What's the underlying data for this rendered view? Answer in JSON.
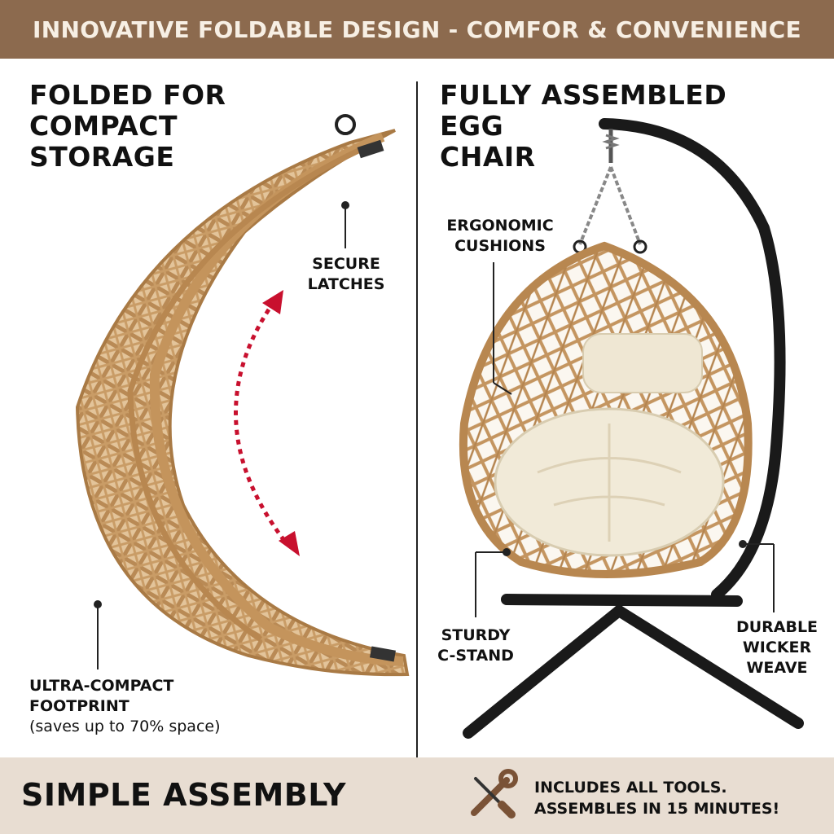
{
  "banner": {
    "text": "INNOVATIVE FOLDABLE DESIGN - COMFOR & CONVENIENCE"
  },
  "left_panel": {
    "heading": [
      "FOLDED FOR",
      "COMPACT",
      "STORAGE"
    ],
    "callout_latches": [
      "SECURE",
      "LATCHES"
    ],
    "callout_footprint": [
      "ULTRA-COMPACT",
      "FOOTPRINT"
    ],
    "footprint_note": "(saves up to 70% space)"
  },
  "right_panel": {
    "heading": [
      "FULLY ASSEMBLED",
      "EGG",
      "CHAIR"
    ],
    "callout_cushions": [
      "ERGONOMIC",
      "CUSHIONS"
    ],
    "callout_stand": [
      "STURDY",
      "C-STAND"
    ],
    "callout_weave": [
      "DURABLE",
      "WICKER",
      "WEAVE"
    ]
  },
  "footer": {
    "title": "SIMPLE ASSEMBLY",
    "note": [
      "INCLUDES ALL TOOLS.",
      "ASSEMBLES IN 15 MINUTES!"
    ]
  },
  "icons": {
    "fold_arrow": "red-dotted-curved-arrow-icon",
    "tools": "wrench-screwdriver-icon"
  },
  "colors": {
    "banner": "#8c6a4e",
    "wicker": "#c79a63",
    "arrow": "#c8102e",
    "cushion": "#f1ead8",
    "stand": "#1a1a1a",
    "footer": "#e8ddd2"
  }
}
